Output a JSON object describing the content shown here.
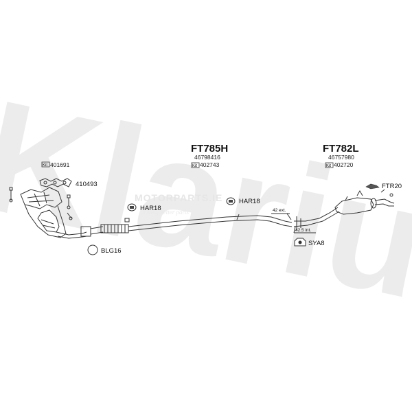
{
  "watermark": {
    "brand": "Klarius",
    "site": "MOTORPARTS.IE",
    "tagline": "driving better parts"
  },
  "labels": {
    "ft785h": {
      "code": "FT785H",
      "part_no": "46798416",
      "kit": "402743"
    },
    "ft782l": {
      "code": "FT782L",
      "part_no": "46757980",
      "kit": "402720"
    },
    "kit_401691": "401691",
    "part_410493": "410493",
    "ftr20": "FTR20",
    "har18_left": "HAR18",
    "har18_mid": "HAR18",
    "blg16": "BLG16",
    "sya8": "SYA8",
    "dim_42_ext": "42 ext.",
    "dim_42_5_int": "42.5 int.",
    "kit_prefix": "Kit"
  },
  "colors": {
    "line": "#333333",
    "watermark": "#ececec"
  }
}
